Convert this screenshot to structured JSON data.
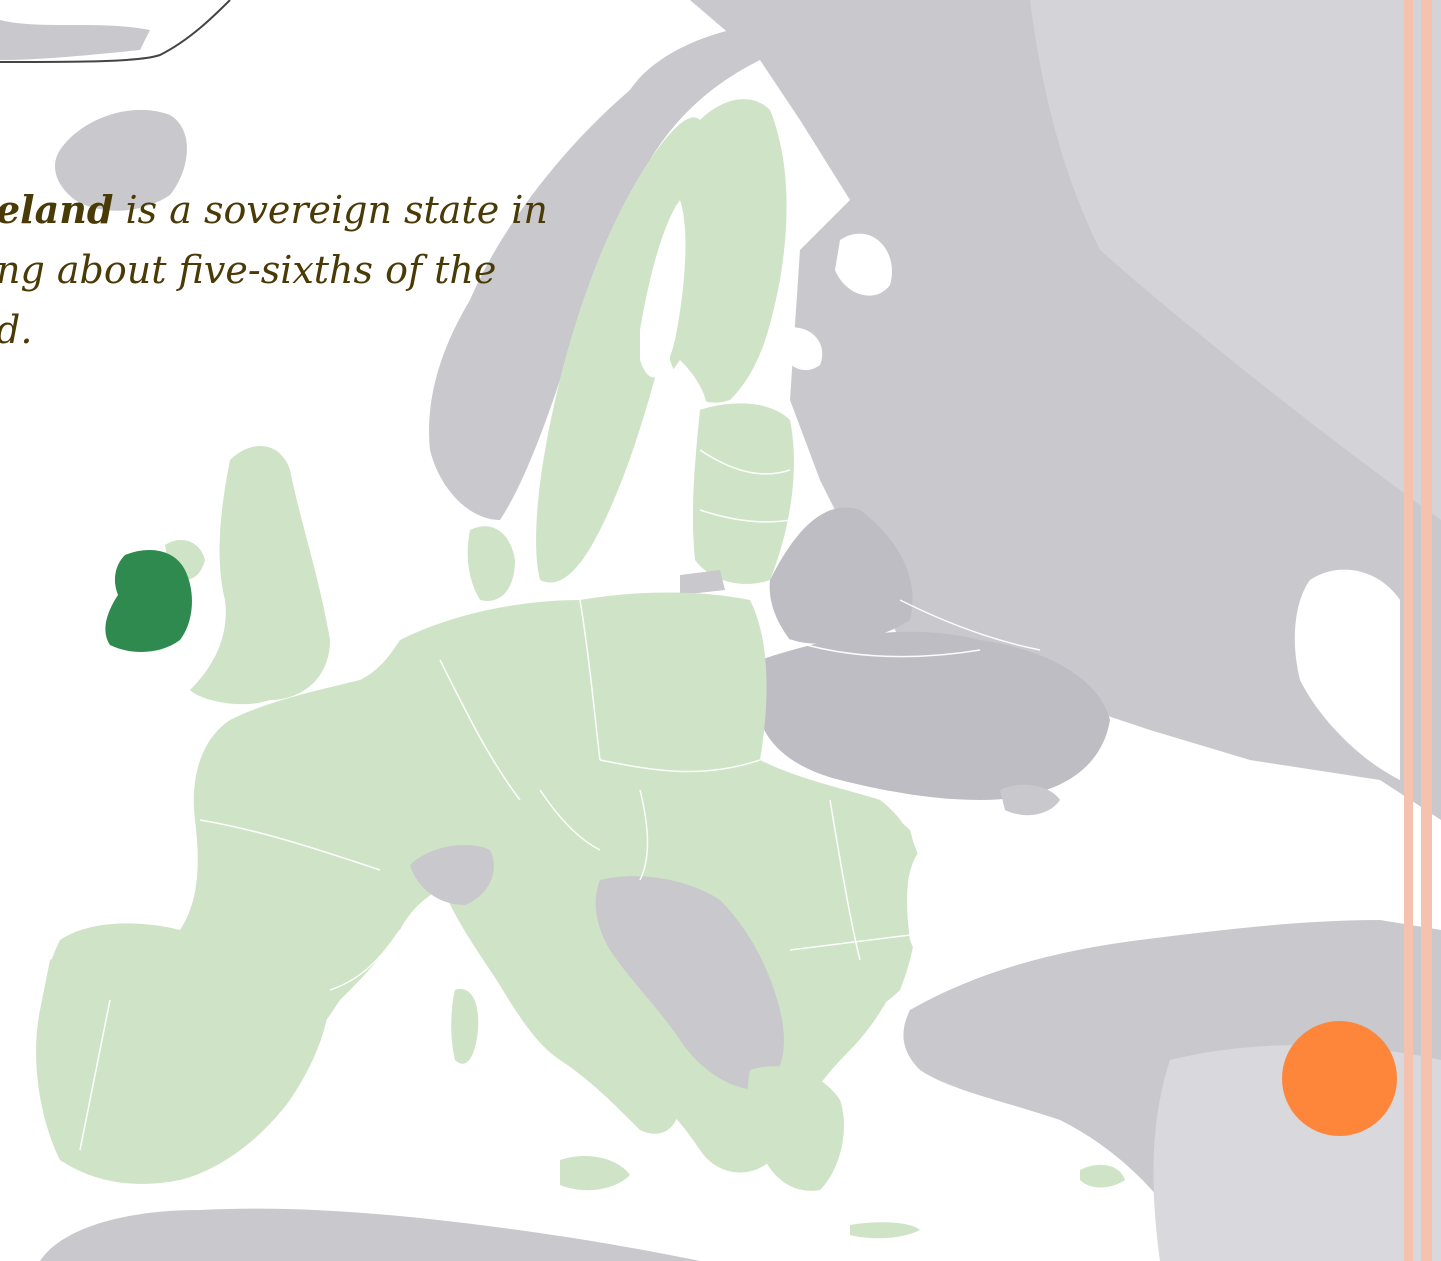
{
  "caption": {
    "bold_lead": "eland",
    "line1_rest": " is a sovereign state in",
    "line2": "ng about five-sixths of the",
    "line3": "d."
  },
  "colors": {
    "background": "#ffffff",
    "non_eu_land": "#c8c8cd",
    "eu_land": "#cfe3c6",
    "ireland_highlight": "#2f8a50",
    "border_line": "#ffffff",
    "text": "#4a3a06",
    "frame_bar": "#f6c2b0",
    "orange_dot": "#fd863a"
  },
  "icons": {
    "decor": "orange-dot-icon"
  }
}
